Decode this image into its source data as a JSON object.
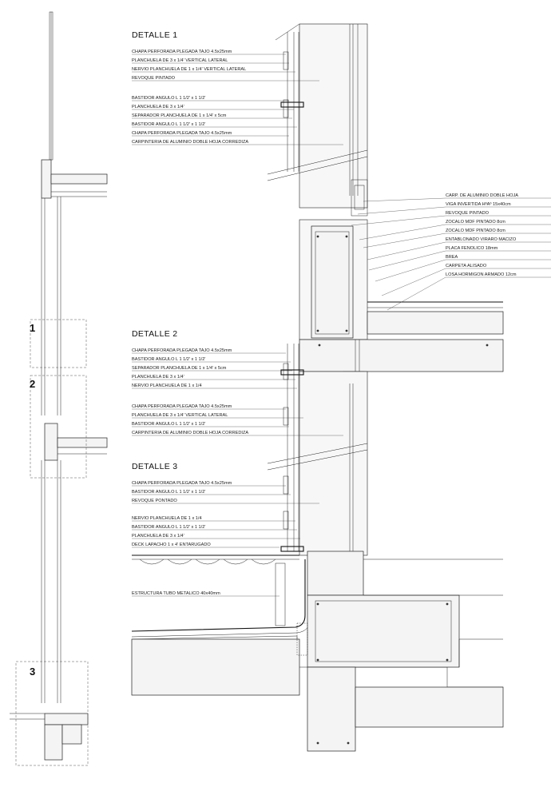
{
  "detail_markers": [
    "1",
    "2",
    "3"
  ],
  "details": [
    {
      "title": "DETALLE 1",
      "labels": [
        "CHAPA PERFORADA PLEGADA TAJO 4.5x25mm",
        "PLANCHUELA DE 3 x 1/4' VERTICAL LATERAL",
        "NERVIO PLANCHUELA DE 1 x 1/4' VERTICAL LATERAL",
        "REVOQUE PINTADO",
        "BASTIDOR ANGULO L 1 1/2' x 1 1/2'",
        "PLANCHUELA DE 3 x 1/4'",
        "SEPARADOR PLANCHUELA DE 1 x 1/4' x 5cm",
        "BASTIDOR ANGULO L 1 1/2' x 1 1/2'",
        "CHAPA PERFORADA PLEGADA TAJO 4.5x25mm",
        "CARPINTERIA DE ALUMINIO DOBLE HOJA CORREDIZA"
      ]
    },
    {
      "title": "DETALLE 2",
      "labels": [
        "CHAPA PERFORADA PLEGADA TAJO 4.5x25mm",
        "BASTIDOR ANGULO L 1 1/2' x 1 1/2'",
        "SEPARADOR PLANCHUELA DE 1 x 1/4' x 5cm",
        "PLANCHUELA DE 3 x 1/4'",
        "NERVIO PLANCHUELA DE 1 x 1/4",
        "CHAPA PERFORADA PLEGADA TAJO 4.5x25mm",
        "PLANCHUELA DE 3 x 1/4' VERTICAL LATERAL",
        "BASTIDOR ANGULO L 1 1/2' x 1 1/2'",
        "CARPINTERIA DE ALUMINIO DOBLE HOJA CORREDIZA"
      ]
    },
    {
      "title": "DETALLE 3",
      "labels": [
        "CHAPA PERFORADA PLEGADA TAJO 4.5x25mm",
        "BASTIDOR ANGULO L 1 1/2' x 1 1/2'",
        "REVOQUE PONTADO",
        "NERVIO PLANCHUELA DE 1 x 1/4",
        "BASTIDOR ANGULO L 1 1/2' x 1 1/2'",
        "PLANCHUELA DE 3 x 1/4'",
        "DECK LAPACHO 1 x 4' ENTARUGADO",
        "ESTRUCTURA TUBO METALICO 40x40mm"
      ]
    }
  ],
  "right_labels": [
    "CARP. DE ALUMINIO DOBLE HOJA",
    "VIGA INVERTIDA HºAº 15x40cm",
    "REVOQUE PINTADO",
    "ZOCALO MDF PINTADO 8cm",
    "ZOCALO MDF PINTADO 8cm",
    "ENTABLONADO VIRARO MACIZO",
    "PLACA FENOLICO 18mm",
    "BREA",
    "CARPETA ALISADO",
    "LOSA HORMIGON ARMADO 12cm"
  ]
}
